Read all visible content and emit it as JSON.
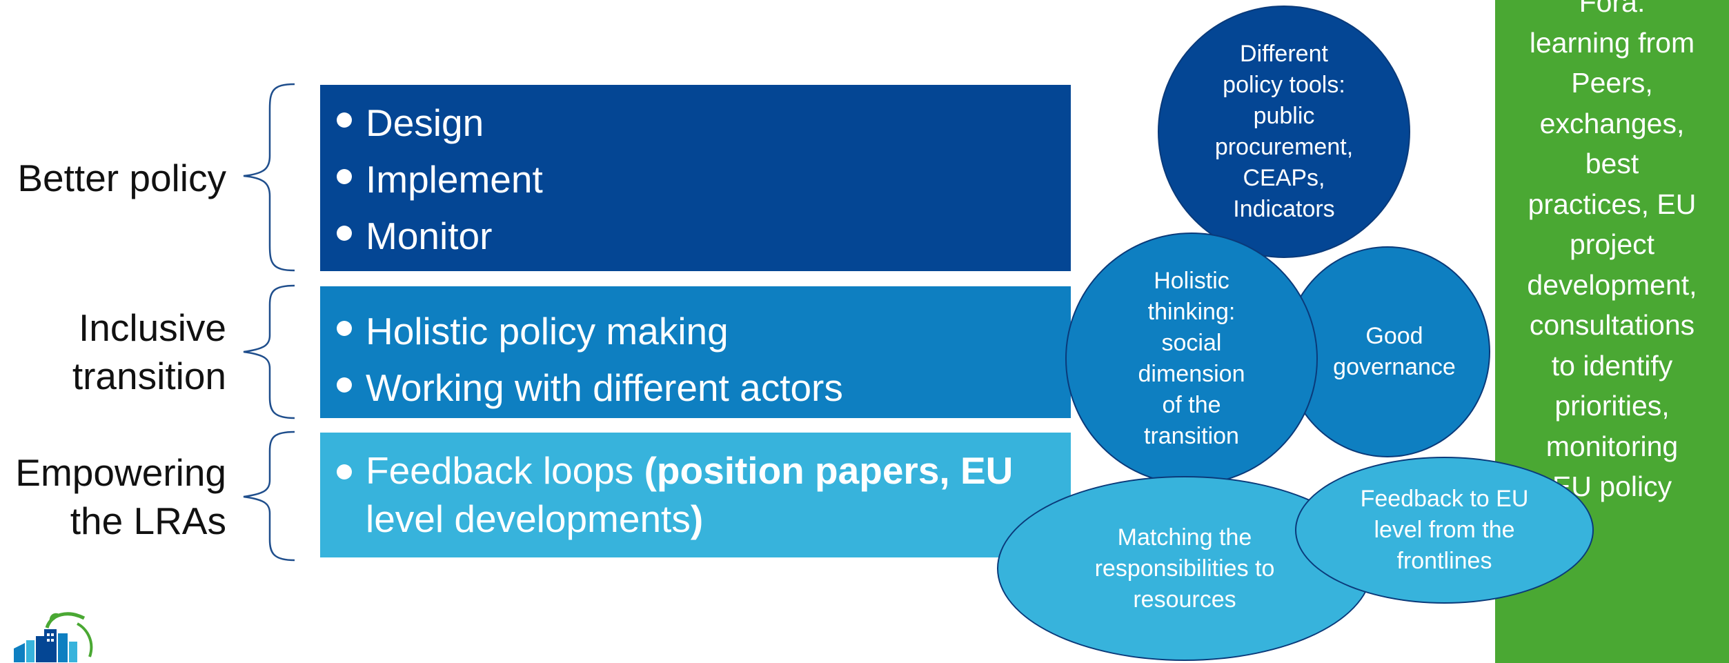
{
  "rows": [
    {
      "label": "Better policy",
      "bullets": [
        "Design",
        "Implement",
        "Monitor"
      ]
    },
    {
      "label_line1": "Inclusive",
      "label_line2": "transition",
      "bullets": [
        "Holistic policy making",
        "Working with different actors"
      ]
    },
    {
      "label_line1": "Empowering",
      "label_line2": "the LRAs",
      "bullet_light": "Feedback loops",
      "bullet_bold": "(position papers, EU",
      "bullet_line2_light": "level developments",
      "bullet_line2_bold": ")"
    }
  ],
  "circles": {
    "tools": [
      "Different",
      "policy tools:",
      "public",
      "procurement,",
      "CEAPs,",
      "Indicators"
    ],
    "governance": [
      "Good",
      "governance"
    ],
    "holistic": [
      "Holistic",
      "thinking:",
      "social",
      "dimension",
      "of the",
      "transition"
    ],
    "matching": [
      "Matching the",
      "responsibilities to",
      "resources"
    ],
    "feedback": [
      "Feedback to EU",
      "level from the",
      "frontlines"
    ]
  },
  "green_panel": {
    "lines": [
      "Fora:",
      "learning from",
      "Peers,",
      "exchanges,",
      "best",
      "practices, EU",
      "project",
      "development,",
      "consultations",
      "to identify",
      "priorities,",
      "monitoring",
      "EU policy"
    ]
  },
  "colors": {
    "dark_blue": "#044694",
    "mid_blue": "#0e7fc1",
    "light_blue": "#37b3dc",
    "green": "#4aa833",
    "brace": "#1f4e8c"
  },
  "logo": {
    "icon": "city-leaf-logo-icon"
  }
}
